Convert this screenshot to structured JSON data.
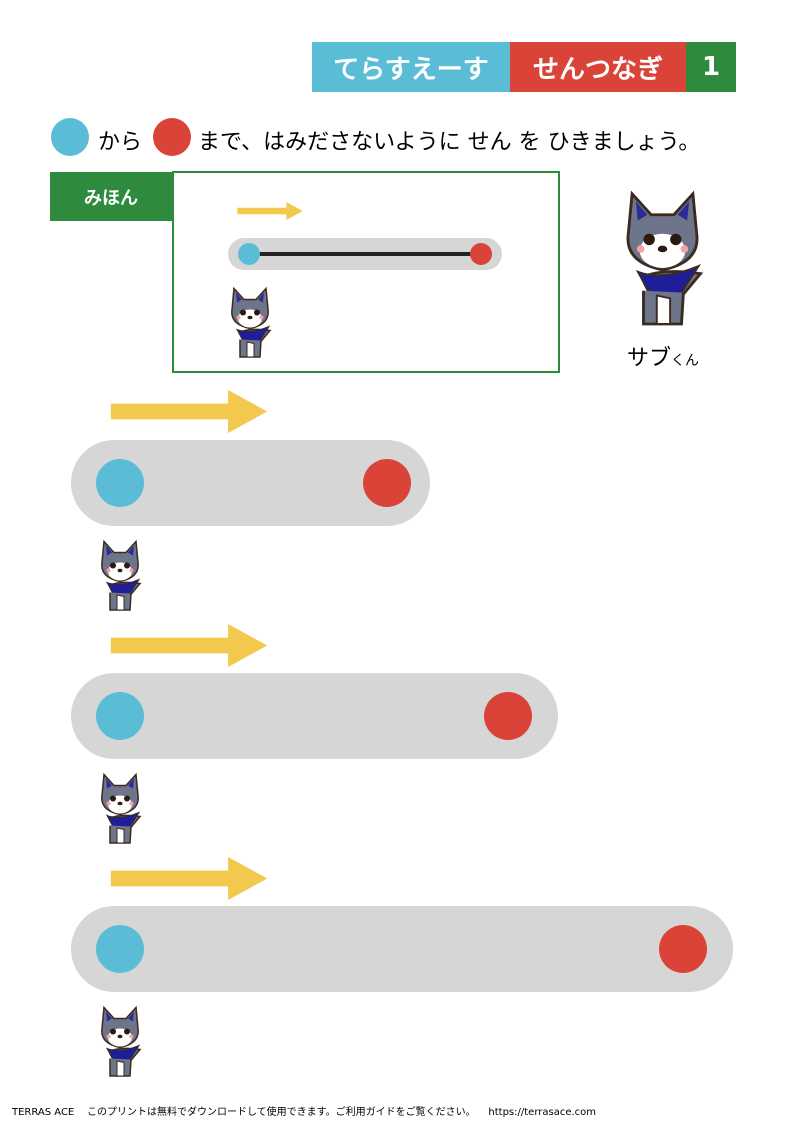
{
  "header": {
    "series": "てらすえーす",
    "title": "せんつなぎ",
    "number": "1"
  },
  "colors": {
    "blue": "#5bbcd6",
    "red": "#da4337",
    "green": "#2e8b3e",
    "track": "#d6d6d6",
    "arrow": "#f2c94c"
  },
  "instruction": {
    "from": "から",
    "rest": "まで、はみださないように せん を ひきましょう。"
  },
  "sample": {
    "label": "みほん"
  },
  "character": {
    "name": "サブ",
    "suffix": "くん"
  },
  "footer": {
    "brand": "TERRAS ACE",
    "note": "このプリントは無料でダウンロードして使用できます。ご利用ガイドをご覧ください。",
    "url": "https://terrasace.com"
  }
}
